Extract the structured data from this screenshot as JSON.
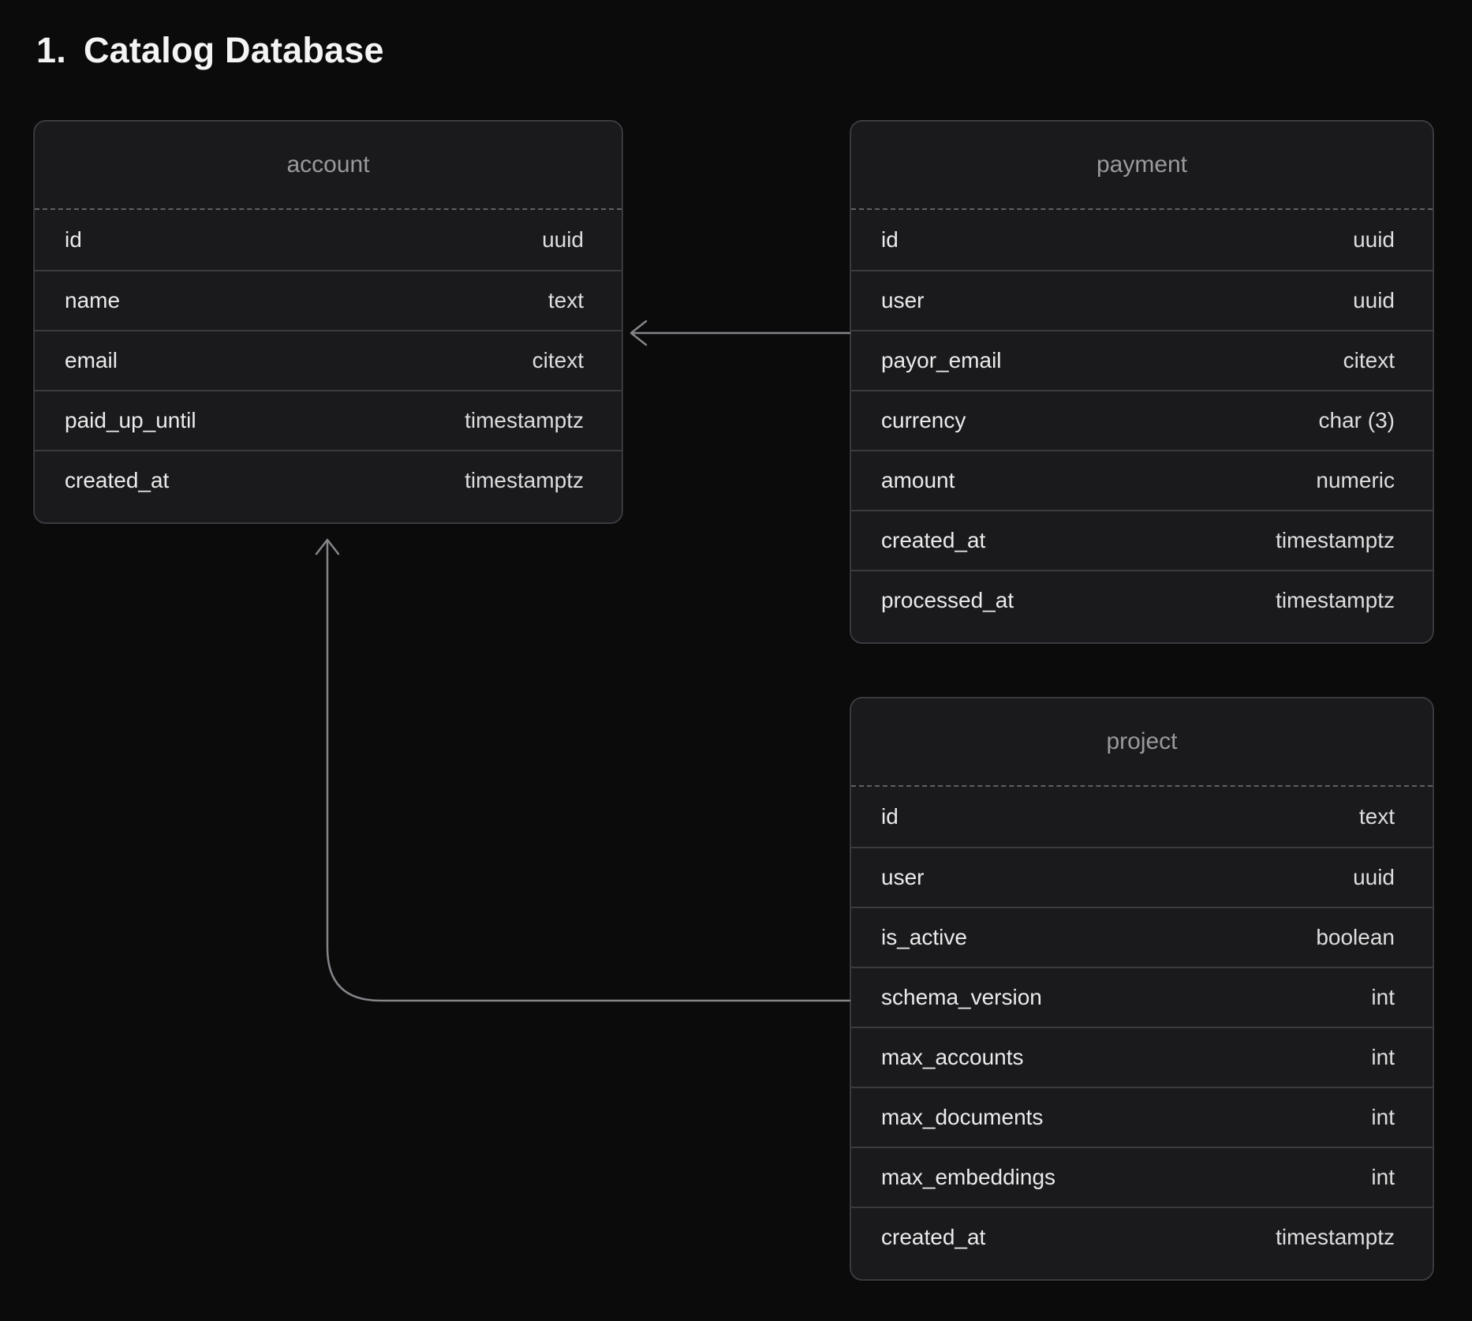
{
  "page": {
    "title_number": "1.",
    "title_text": "Catalog Database"
  },
  "tables": [
    {
      "name": "account",
      "columns": [
        {
          "name": "id",
          "type": "uuid"
        },
        {
          "name": "name",
          "type": "text"
        },
        {
          "name": "email",
          "type": "citext"
        },
        {
          "name": "paid_up_until",
          "type": "timestamptz"
        },
        {
          "name": "created_at",
          "type": "timestamptz"
        }
      ]
    },
    {
      "name": "payment",
      "columns": [
        {
          "name": "id",
          "type": "uuid"
        },
        {
          "name": "user",
          "type": "uuid"
        },
        {
          "name": "payor_email",
          "type": "citext"
        },
        {
          "name": "currency",
          "type": "char (3)"
        },
        {
          "name": "amount",
          "type": "numeric"
        },
        {
          "name": "created_at",
          "type": "timestamptz"
        },
        {
          "name": "processed_at",
          "type": "timestamptz"
        }
      ]
    },
    {
      "name": "project",
      "columns": [
        {
          "name": "id",
          "type": "text"
        },
        {
          "name": "user",
          "type": "uuid"
        },
        {
          "name": "is_active",
          "type": "boolean"
        },
        {
          "name": "schema_version",
          "type": "int"
        },
        {
          "name": "max_accounts",
          "type": "int"
        },
        {
          "name": "max_documents",
          "type": "int"
        },
        {
          "name": "max_embeddings",
          "type": "int"
        },
        {
          "name": "created_at",
          "type": "timestamptz"
        }
      ]
    }
  ],
  "relationships": [
    {
      "from": "payment",
      "to": "account"
    },
    {
      "from": "project",
      "to": "account"
    }
  ],
  "colors": {
    "background": "#0b0b0c",
    "card_background": "#1a1a1c",
    "card_border": "#3a3a3f",
    "row_divider": "#3b3b3e",
    "header_text": "#9a9a9e",
    "column_text": "#ebebec",
    "type_text": "#dededf",
    "title_text": "#f4f4f5",
    "connector": "#85858a"
  }
}
